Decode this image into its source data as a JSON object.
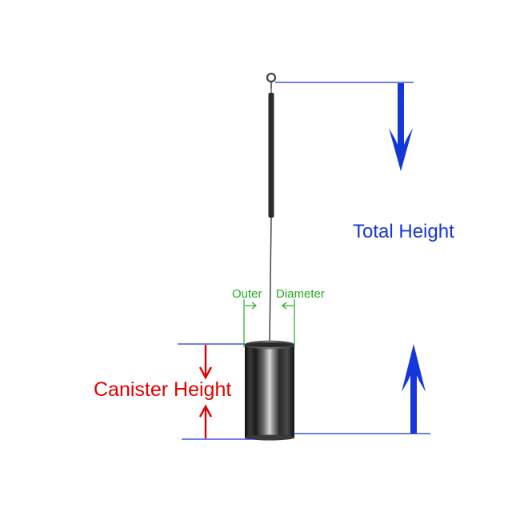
{
  "labels": {
    "total_height": "Total Height",
    "canister_height": "Canister Height",
    "outer_diameter_part1": "Outer",
    "outer_diameter_part2": "Diameter"
  },
  "colors": {
    "total_height": "#1536d8",
    "canister_height": "#e00000",
    "outer_diameter": "#22aa22",
    "rod": "#333333",
    "canister_dark": "#1a1a1a",
    "canister_highlight": "#d9d9d9"
  },
  "icons": {
    "top_ring": "ring-icon",
    "total_height_arrows": "arrow-icon",
    "canister_height_arrows": "arrow-icon",
    "diameter_arrows": "arrow-icon"
  }
}
